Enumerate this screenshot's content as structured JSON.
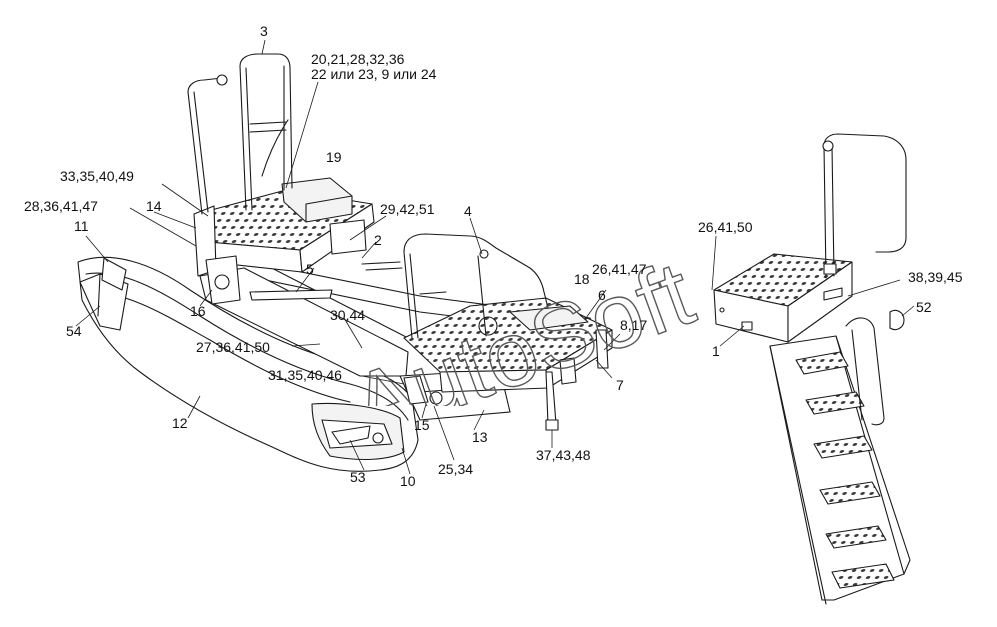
{
  "diagram": {
    "watermark": "AutoSoft",
    "callouts": [
      {
        "id": "c3",
        "text": "3"
      },
      {
        "id": "c20a",
        "text": "20,21,28,32,36"
      },
      {
        "id": "c20b",
        "text": "22 или 23, 9 или 24"
      },
      {
        "id": "c19",
        "text": "19"
      },
      {
        "id": "c33",
        "text": "33,35,40,49"
      },
      {
        "id": "c28",
        "text": "28,36,41,47"
      },
      {
        "id": "c14",
        "text": "14"
      },
      {
        "id": "c11",
        "text": "11"
      },
      {
        "id": "c29",
        "text": "29,42,51"
      },
      {
        "id": "c4",
        "text": "4"
      },
      {
        "id": "c2",
        "text": "2"
      },
      {
        "id": "c5",
        "text": "5"
      },
      {
        "id": "c16",
        "text": "16"
      },
      {
        "id": "c54",
        "text": "54"
      },
      {
        "id": "c30",
        "text": "30,44"
      },
      {
        "id": "c27",
        "text": "27,36,41,50"
      },
      {
        "id": "c31",
        "text": "31,35,40,46"
      },
      {
        "id": "c18",
        "text": "18"
      },
      {
        "id": "c26b",
        "text": "26,41,47"
      },
      {
        "id": "c6",
        "text": "6"
      },
      {
        "id": "c8",
        "text": "8,17"
      },
      {
        "id": "c7",
        "text": "7"
      },
      {
        "id": "c12",
        "text": "12"
      },
      {
        "id": "c15",
        "text": "15"
      },
      {
        "id": "c13",
        "text": "13"
      },
      {
        "id": "c37",
        "text": "37,43,48"
      },
      {
        "id": "c25",
        "text": "25,34"
      },
      {
        "id": "c53",
        "text": "53"
      },
      {
        "id": "c10",
        "text": "10"
      },
      {
        "id": "c26a",
        "text": "26,41,50"
      },
      {
        "id": "c38",
        "text": "38,39,45"
      },
      {
        "id": "c52",
        "text": "52"
      },
      {
        "id": "c1",
        "text": "1"
      }
    ]
  }
}
